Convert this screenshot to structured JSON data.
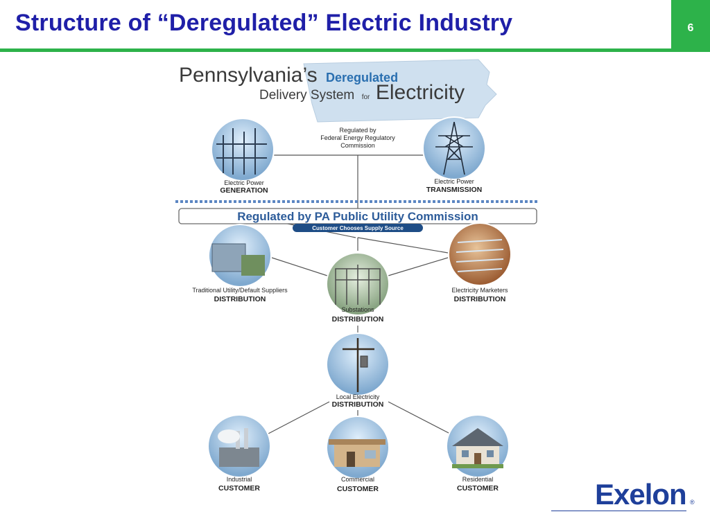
{
  "slide": {
    "title": "Structure of “Deregulated” Electric Industry",
    "page_number": "6"
  },
  "diagram": {
    "header": {
      "line1": "Pennsylvania’s",
      "line1_highlight": "Deregulated",
      "line2": "Delivery System",
      "line2_for": "for",
      "line2_big": "Electricity"
    },
    "ferc": {
      "line1": "Regulated by",
      "line2": "Federal Energy Regulatory",
      "line3": "Commission"
    },
    "puc_banner": "Regulated by PA Public Utility Commission",
    "choice_pill": "Customer Chooses Supply Source",
    "nodes": [
      {
        "id": "generation",
        "caption": "Electric Power",
        "title": "GENERATION"
      },
      {
        "id": "transmission",
        "caption": "Electric Power",
        "title": "TRANSMISSION"
      },
      {
        "id": "traditional",
        "caption": "Traditional Utility/Default Suppliers",
        "title": "DISTRIBUTION"
      },
      {
        "id": "marketers",
        "caption": "Electricity Marketers",
        "title": "DISTRIBUTION"
      },
      {
        "id": "substations",
        "caption": "Substations",
        "title": "DISTRIBUTION"
      },
      {
        "id": "local",
        "caption": "Local Electricity",
        "title": "DISTRIBUTION"
      },
      {
        "id": "industrial",
        "caption": "Industrial",
        "title": "CUSTOMER"
      },
      {
        "id": "commercial",
        "caption": "Commercial",
        "title": "CUSTOMER"
      },
      {
        "id": "residential",
        "caption": "Residential",
        "title": "CUSTOMER"
      }
    ]
  },
  "logo": {
    "text": "Exelon",
    "reg": "®"
  }
}
